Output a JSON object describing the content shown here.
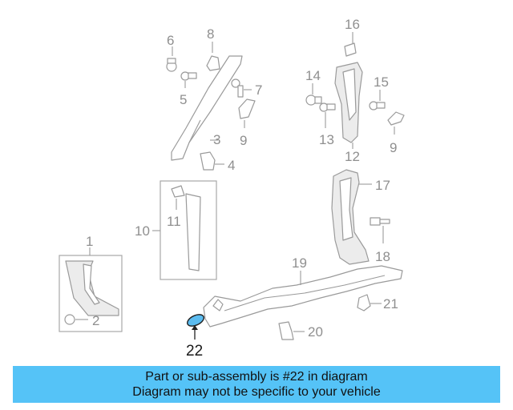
{
  "diagram": {
    "callouts": {
      "c1": "1",
      "c2": "2",
      "c3": "3",
      "c4": "4",
      "c5": "5",
      "c6": "6",
      "c7": "7",
      "c8": "8",
      "c9a": "9",
      "c9b": "9",
      "c10": "10",
      "c11": "11",
      "c12": "12",
      "c13": "13",
      "c14": "14",
      "c15": "15",
      "c16": "16",
      "c17": "17",
      "c18": "18",
      "c19": "19",
      "c20": "20",
      "c21": "21",
      "c22": "22"
    },
    "highlight_color": "#5bbcf0",
    "highlighted_part": "22"
  },
  "banner": {
    "line1": "Part or sub-assembly is #22 in diagram",
    "line2": "Diagram may not be specific to your vehicle",
    "background": "#55c3f7"
  }
}
